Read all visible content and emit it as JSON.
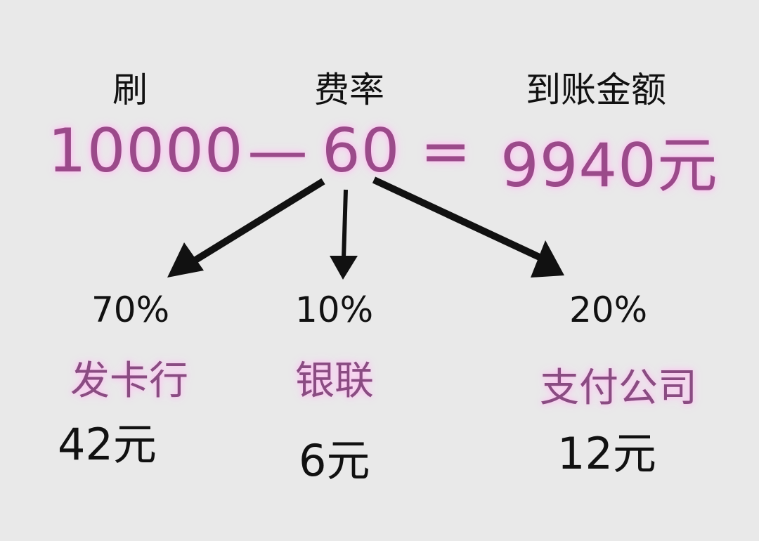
{
  "headers": {
    "swipe": "刷",
    "fee_rate": "费率",
    "received_amount": "到账金额"
  },
  "equation": {
    "amount": "10000",
    "minus": "—",
    "fee": "60",
    "equals": "=",
    "result": "9940元"
  },
  "splits": [
    {
      "percent": "70%",
      "party": "发卡行",
      "amount": "42元"
    },
    {
      "percent": "10%",
      "party": "银联",
      "amount": "6元"
    },
    {
      "percent": "20%",
      "party": "支付公司",
      "amount": "12元"
    }
  ],
  "colors": {
    "background": "#e9e9e9",
    "accent_pink": "#9b4a8a",
    "glow": "#ffb8f0",
    "text": "#111111"
  }
}
